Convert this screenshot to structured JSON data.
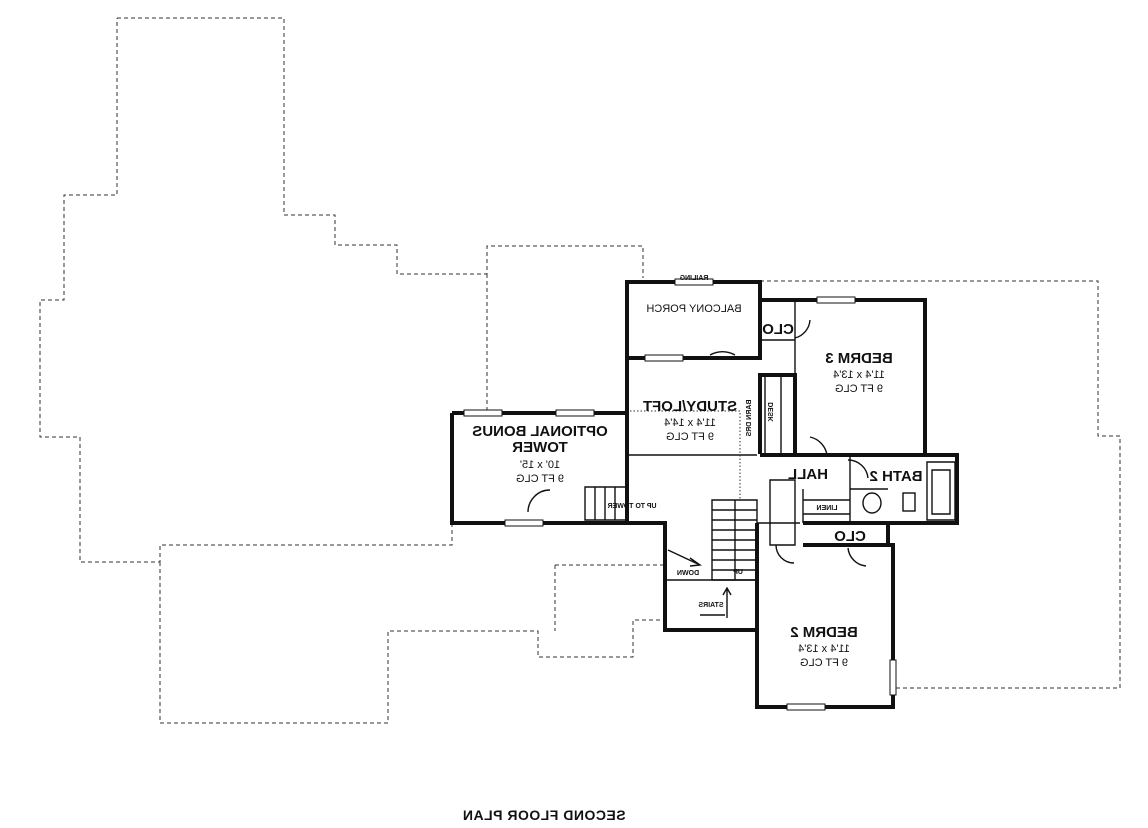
{
  "plan": {
    "title": "SECOND FLOOR PLAN",
    "mirrored": true,
    "rooms": {
      "balcony_porch": {
        "name": "BALCONY PORCH"
      },
      "railing": {
        "name": "RAILING"
      },
      "bedrm3": {
        "name": "BEDRM 3",
        "size": "11'4 x 13'4",
        "ceiling": "9 FT CLG"
      },
      "clo_top": {
        "name": "CLO"
      },
      "study_loft": {
        "name": "STUDY/LOFT",
        "size": "11'4 x 14'4",
        "ceiling": "9 FT CLG"
      },
      "barn_drs": {
        "name": "BARN DRS"
      },
      "desk": {
        "name": "DESK"
      },
      "bonus_tower": {
        "name_line1": "OPTIONAL BONUS",
        "name_line2": "TOWER",
        "size": "10' x 15'",
        "ceiling": "9 FT CLG"
      },
      "up_to_tower": {
        "name": "UP TO TOWER"
      },
      "hall": {
        "name": "HALL"
      },
      "bath2": {
        "name": "BATH 2"
      },
      "linen": {
        "name": "LINEN"
      },
      "clo_mid": {
        "name": "CLO"
      },
      "down": {
        "name": "DOWN"
      },
      "up": {
        "name": "UP"
      },
      "stairs": {
        "name": "STAIRS"
      },
      "bedrm2": {
        "name": "BEDRM 2",
        "size": "11'4 x 13'4",
        "ceiling": "9 FT CLG"
      }
    }
  }
}
